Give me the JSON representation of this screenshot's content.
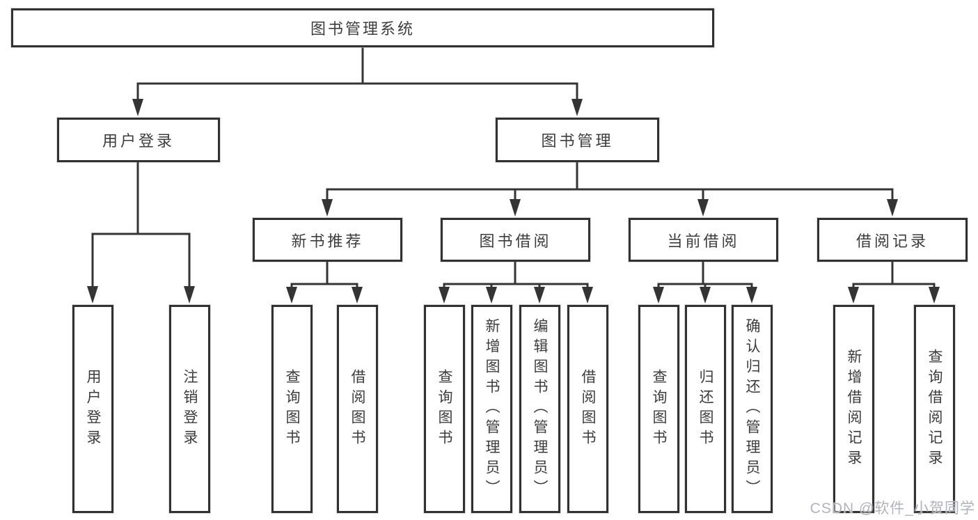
{
  "diagram": {
    "root": "图书管理系统",
    "branches": [
      {
        "label": "用户登录",
        "children": [
          "用户登录",
          "注销登录"
        ]
      },
      {
        "label": "图书管理",
        "sections": [
          {
            "label": "新书推荐",
            "children": [
              "查询图书",
              "借阅图书"
            ]
          },
          {
            "label": "图书借阅",
            "children": [
              "查询图书",
              "新增图书（管理员）",
              "编辑图书（管理员）",
              "借阅图书"
            ]
          },
          {
            "label": "当前借阅",
            "children": [
              "查询图书",
              "归还图书",
              "确认归还（管理员）"
            ]
          },
          {
            "label": "借阅记录",
            "children": [
              "新增借阅记录",
              "查询借阅记录"
            ]
          }
        ]
      }
    ]
  },
  "watermark": {
    "text": "CSDN @软件_小贺同学"
  },
  "style": {
    "line_color": "#343434",
    "text_color": "#3c3c3c",
    "box_background": "#ffffff",
    "watermark_color": "#b2b3ba"
  }
}
